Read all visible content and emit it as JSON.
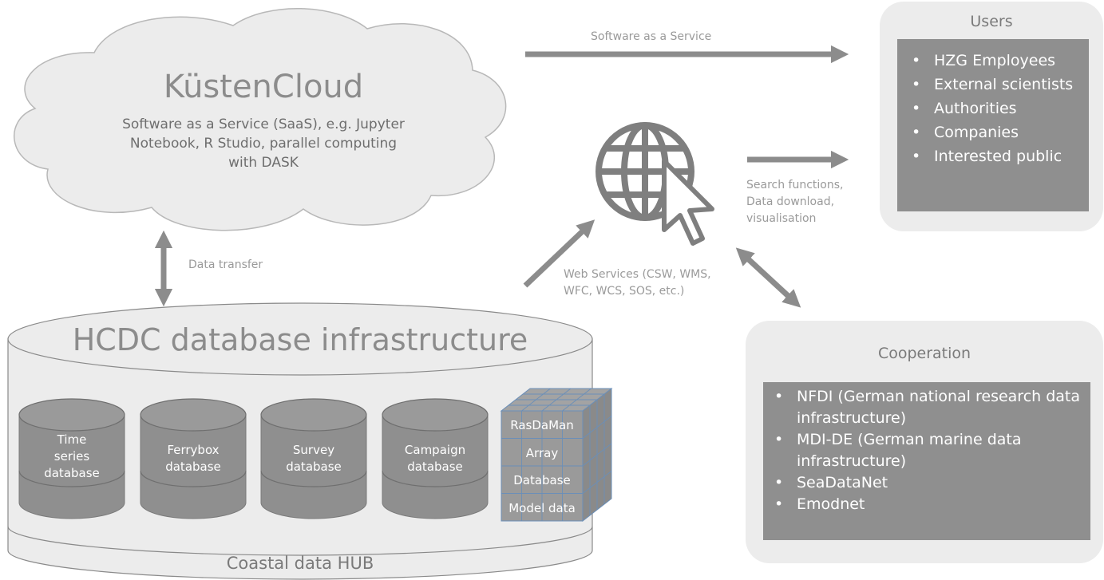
{
  "cloud": {
    "title": "KüstenCloud",
    "subtitle_lines": [
      "Software as a Service (SaaS), e.g. Jupyter",
      "Notebook, R Studio, parallel computing",
      "with DASK"
    ]
  },
  "hcdc": {
    "title": "HCDC database infrastructure",
    "footer": "Coastal data HUB",
    "databases": [
      {
        "lines": [
          "Time",
          "series",
          "database"
        ]
      },
      {
        "lines": [
          "Ferrybox",
          "database"
        ]
      },
      {
        "lines": [
          "Survey",
          "database"
        ]
      },
      {
        "lines": [
          "Campaign",
          "database"
        ]
      }
    ],
    "array_db": {
      "lines": [
        "RasDaMan",
        "Array",
        "Database",
        "Model data"
      ]
    }
  },
  "edges": {
    "saas": "Software as a Service",
    "data_transfer": "Data transfer",
    "web_services": [
      "Web Services (CSW, WMS,",
      "WFC, WCS, SOS, etc.)"
    ],
    "search": [
      "Search functions,",
      "Data download,",
      "visualisation"
    ]
  },
  "users": {
    "title": "Users",
    "items": [
      "HZG Employees",
      "External scientists",
      "Authorities",
      "Companies",
      "Interested public"
    ]
  },
  "cooperation": {
    "title": "Cooperation",
    "items": [
      "NFDI (German national research data infrastructure)",
      "MDI-DE (German marine data infrastructure)",
      "SeaDataNet",
      "Emodnet"
    ]
  },
  "icons": {
    "globe": "globe-icon",
    "cursor": "cursor-icon"
  },
  "colors": {
    "shape_fill": "#ececec",
    "box_fill": "#8f8f8f",
    "arrow": "#8c8c8c",
    "text_light": "#9a9a9a"
  }
}
